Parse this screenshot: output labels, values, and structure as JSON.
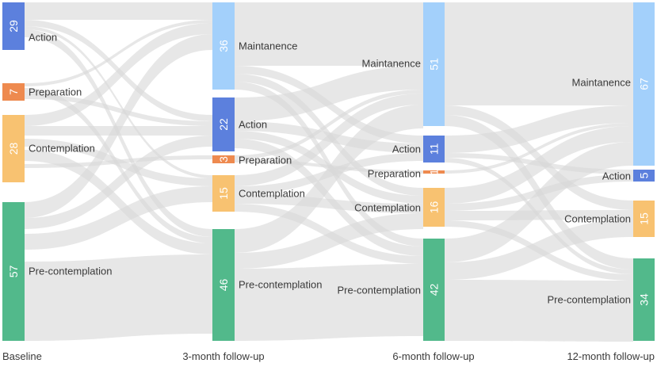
{
  "stages": [
    "Baseline",
    "3-month follow-up",
    "6-month follow-up",
    "12-month follow-up"
  ],
  "nodes": [
    {
      "id": "b_action",
      "stage": 0,
      "label": "Action",
      "value": "29",
      "color": "#5c80dd"
    },
    {
      "id": "b_prep",
      "stage": 0,
      "label": "Preparation",
      "value": "7",
      "color": "#ee8a4f"
    },
    {
      "id": "b_contemp",
      "stage": 0,
      "label": "Contemplation",
      "value": "28",
      "color": "#f8c271"
    },
    {
      "id": "b_precontemp",
      "stage": 0,
      "label": "Pre-contemplation",
      "value": "57",
      "color": "#52b98b"
    },
    {
      "id": "m3_maint",
      "stage": 1,
      "label": "Maintanence",
      "value": "36",
      "color": "#a3d0fb"
    },
    {
      "id": "m3_action",
      "stage": 1,
      "label": "Action",
      "value": "22",
      "color": "#5c80dd"
    },
    {
      "id": "m3_prep",
      "stage": 1,
      "label": "Preparation",
      "value": "3",
      "color": "#ee8a4f"
    },
    {
      "id": "m3_contemp",
      "stage": 1,
      "label": "Contemplation",
      "value": "15",
      "color": "#f8c271"
    },
    {
      "id": "m3_precontemp",
      "stage": 1,
      "label": "Pre-contemplation",
      "value": "46",
      "color": "#52b98b"
    },
    {
      "id": "m6_maint",
      "stage": 2,
      "label": "Maintanence",
      "value": "51",
      "color": "#a3d0fb"
    },
    {
      "id": "m6_action",
      "stage": 2,
      "label": "Action",
      "value": "11",
      "color": "#5c80dd"
    },
    {
      "id": "m6_prep",
      "stage": 2,
      "label": "Preparation",
      "value": "1",
      "color": "#ee8a4f"
    },
    {
      "id": "m6_contemp",
      "stage": 2,
      "label": "Contemplation",
      "value": "16",
      "color": "#f8c271"
    },
    {
      "id": "m6_precontemp",
      "stage": 2,
      "label": "Pre-contemplation",
      "value": "42",
      "color": "#52b98b"
    },
    {
      "id": "m12_maint",
      "stage": 3,
      "label": "Maintanence",
      "value": "67",
      "color": "#a3d0fb"
    },
    {
      "id": "m12_action",
      "stage": 3,
      "label": "Action",
      "value": "5",
      "color": "#5c80dd"
    },
    {
      "id": "m12_contemp",
      "stage": 3,
      "label": "Contemplation",
      "value": "15",
      "color": "#f8c271"
    },
    {
      "id": "m12_precontemp",
      "stage": 3,
      "label": "Pre-contemplation",
      "value": "34",
      "color": "#52b98b"
    }
  ],
  "link_color": "#d9d9d9"
}
